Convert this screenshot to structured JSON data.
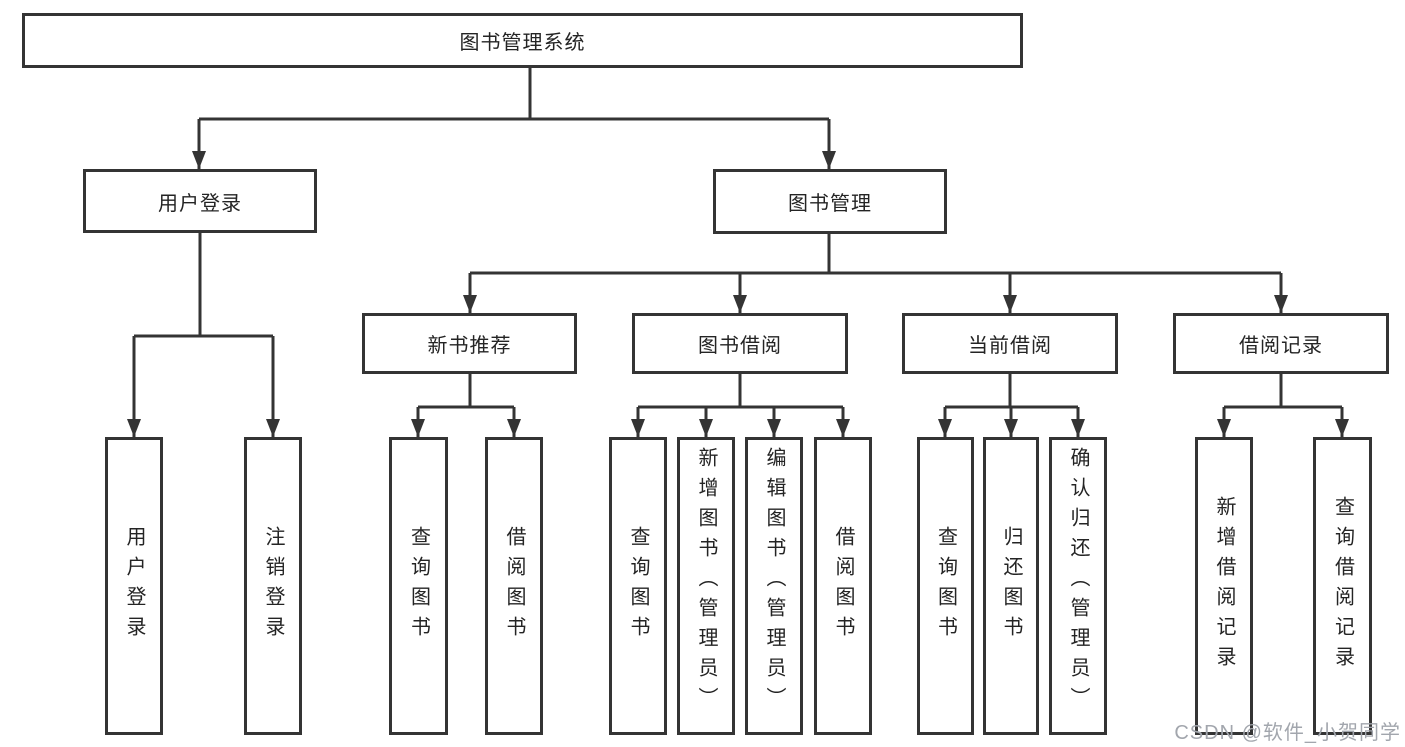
{
  "nodes": {
    "root": "图书管理系统",
    "user_login": "用户登录",
    "book_management": "图书管理",
    "new_book_recommend": "新书推荐",
    "book_borrowing": "图书借阅",
    "current_borrowing": "当前借阅",
    "borrowing_records": "借阅记录",
    "leaf_user_login": "用户登录",
    "leaf_logout": "注销登录",
    "leaf_query_books_1": "查询图书",
    "leaf_borrow_books_1": "借阅图书",
    "leaf_query_books_2": "查询图书",
    "leaf_add_books_admin": "新增图书（管理员）",
    "leaf_edit_books_admin": "编辑图书（管理员）",
    "leaf_borrow_books_2": "借阅图书",
    "leaf_query_books_3": "查询图书",
    "leaf_return_books": "归还图书",
    "leaf_confirm_return_admin": "确认归还（管理员）",
    "leaf_add_borrow_record": "新增借阅记录",
    "leaf_query_borrow_record": "查询借阅记录"
  },
  "watermark": "CSDN @软件_小贺同学",
  "colors": {
    "line": "#343434",
    "text": "#242424",
    "watermark": "#a2a6ad",
    "background": "#ffffff"
  }
}
